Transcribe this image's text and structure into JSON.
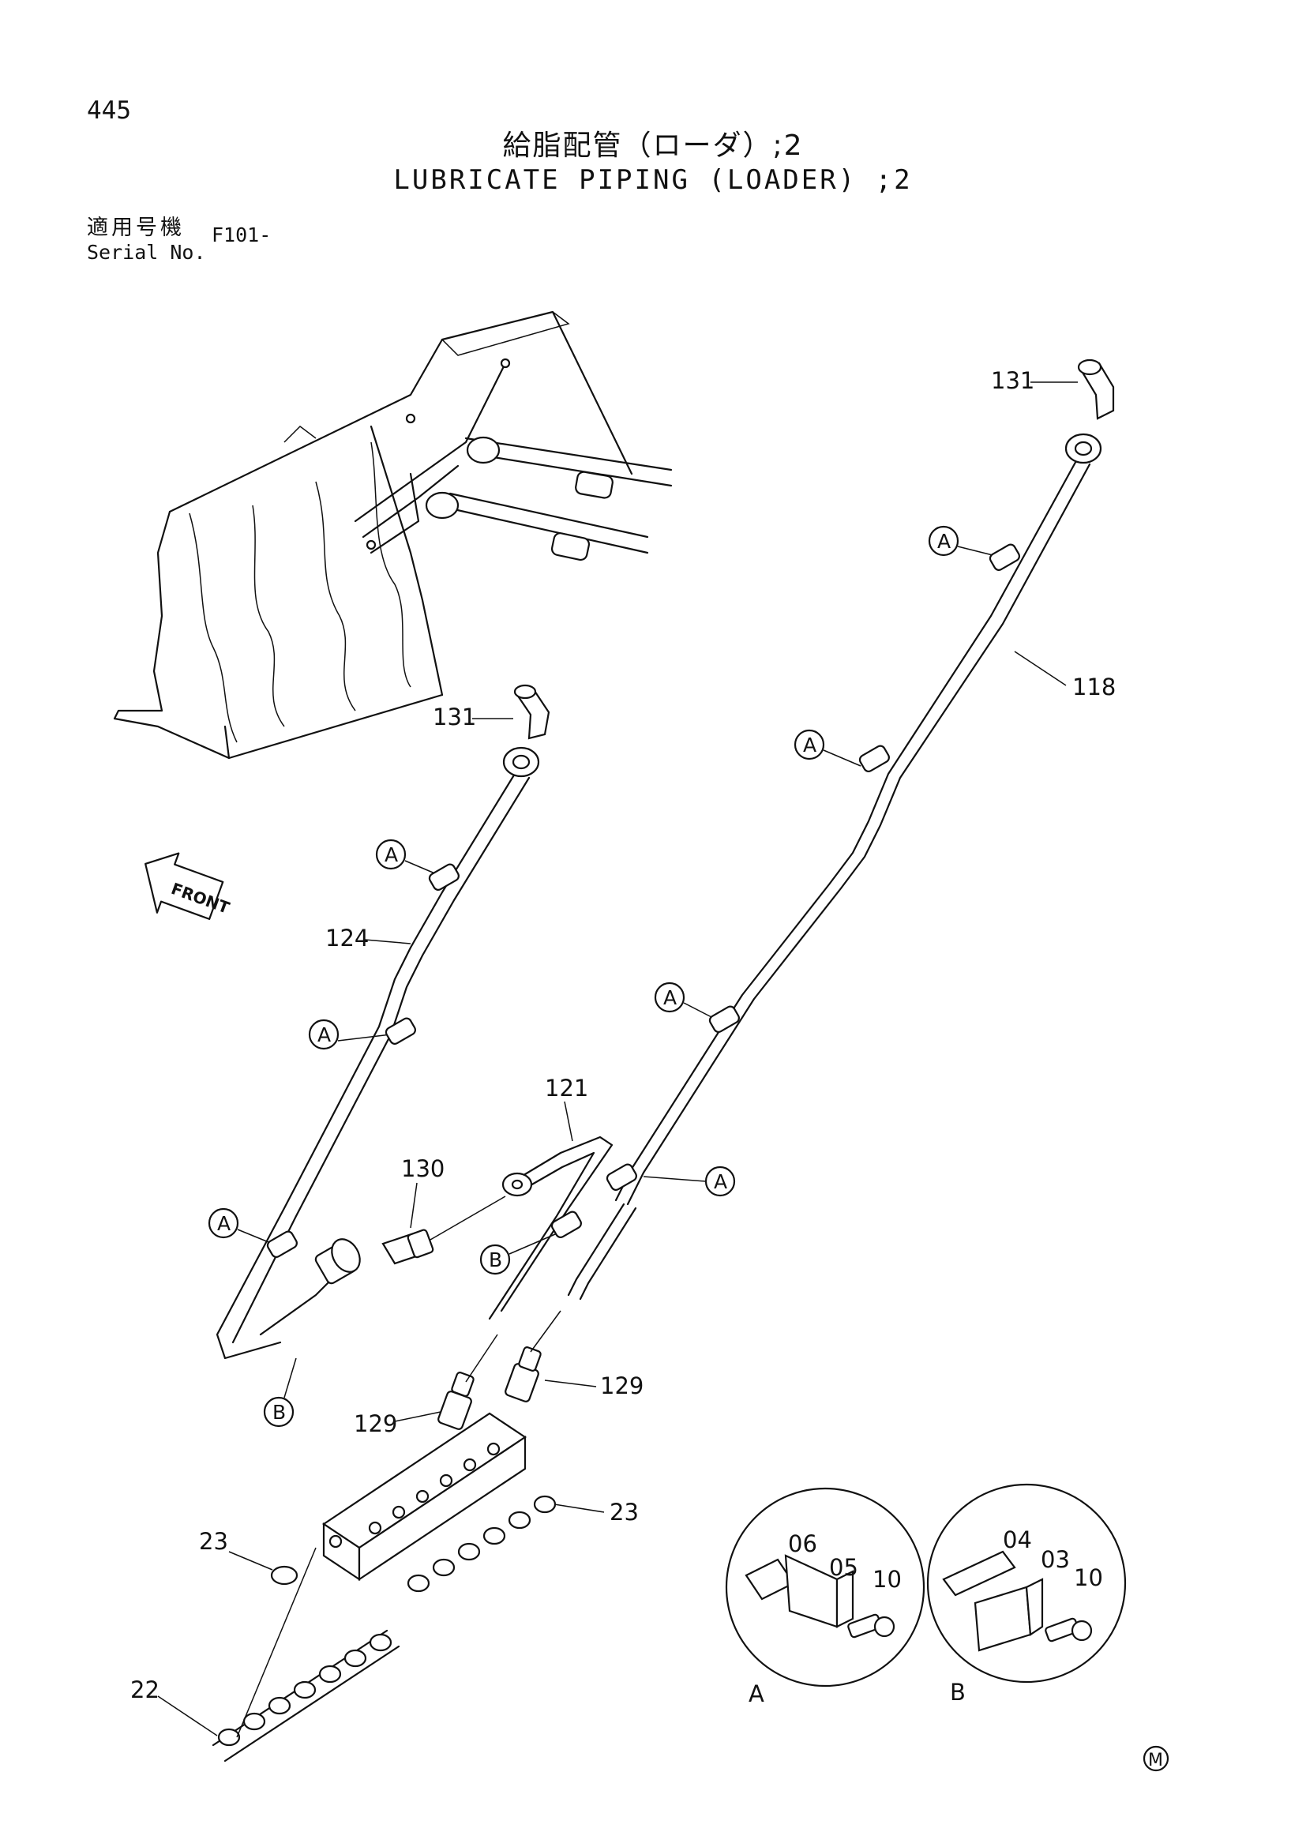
{
  "page_number": "445",
  "title_jp": "給脂配管（ローダ）;2",
  "title_en": "LUBRICATE PIPING (LOADER) ;2",
  "serial": {
    "label_jp": "適用号機",
    "label_en": "Serial No.",
    "value": "F101-"
  },
  "labels": {
    "p131": "131",
    "p118": "118",
    "p124": "124",
    "p121": "121",
    "p130": "130",
    "p129": "129",
    "p23": "23",
    "p22": "22",
    "p06": "06",
    "p05": "05",
    "p10": "10",
    "p04": "04",
    "p03": "03",
    "detail_a": "A",
    "detail_b": "B",
    "clamp_a": "A",
    "clamp_b": "B",
    "front": "FRONT",
    "mark": "M"
  }
}
